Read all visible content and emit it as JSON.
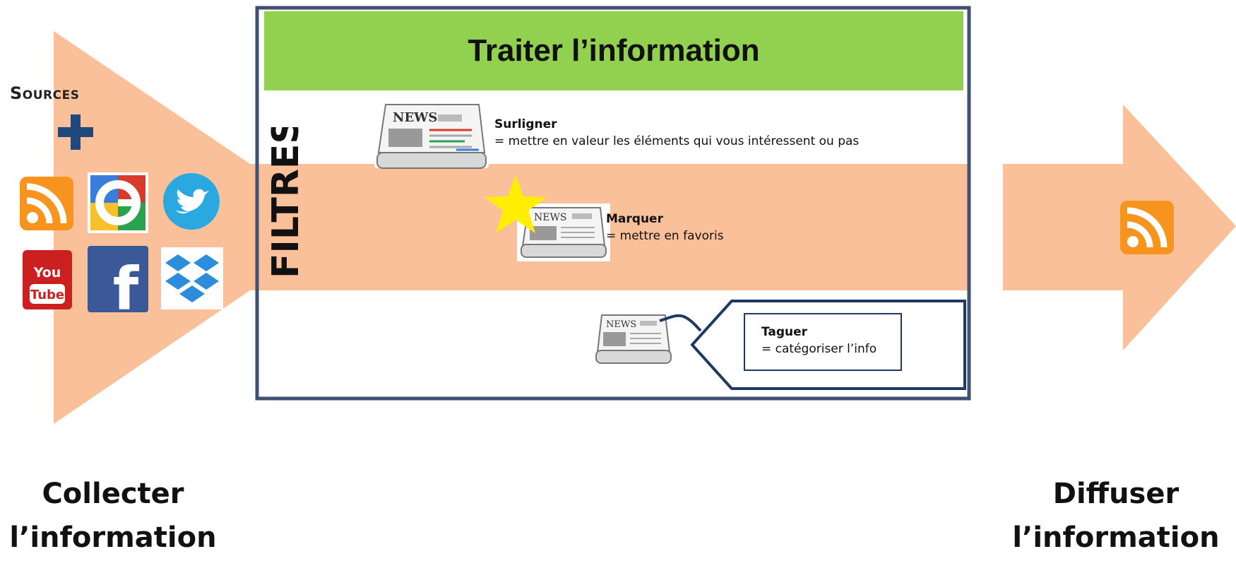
{
  "header": {
    "title": "Traiter l’information"
  },
  "sources": {
    "label": "Sources"
  },
  "filters": {
    "label": "FILTRES"
  },
  "steps": [
    {
      "title": "Surligner",
      "desc": "= mettre en valeur les éléments qui vous intéressent ou pas",
      "icon": "newspaper-icon"
    },
    {
      "title": "Marquer",
      "desc": "= mettre en favoris",
      "icon": "newspaper-icon"
    },
    {
      "title": "Taguer",
      "desc": "=  catégoriser l’info",
      "icon": "newspaper-icon"
    }
  ],
  "newspaper": {
    "masthead": "NEWS"
  },
  "source_icons": {
    "youtube": {
      "line1": "You",
      "line2": "Tube"
    },
    "facebook": {
      "glyph": "f"
    }
  },
  "footer": {
    "collect": {
      "line1": "Collecter",
      "line2": "l’information"
    },
    "diffuse": {
      "line1": "Diffuser",
      "line2": "l’information"
    }
  },
  "colors": {
    "arrow": "#f9c09a",
    "header_green": "#92d050",
    "frame_border": "#3f5070",
    "rss": "#f7941e",
    "twitter": "#2aa9e0",
    "facebook": "#3b5998",
    "youtube": "#cc1f1f",
    "dropbox": "#2c8ddd",
    "star": "#ffee00"
  }
}
